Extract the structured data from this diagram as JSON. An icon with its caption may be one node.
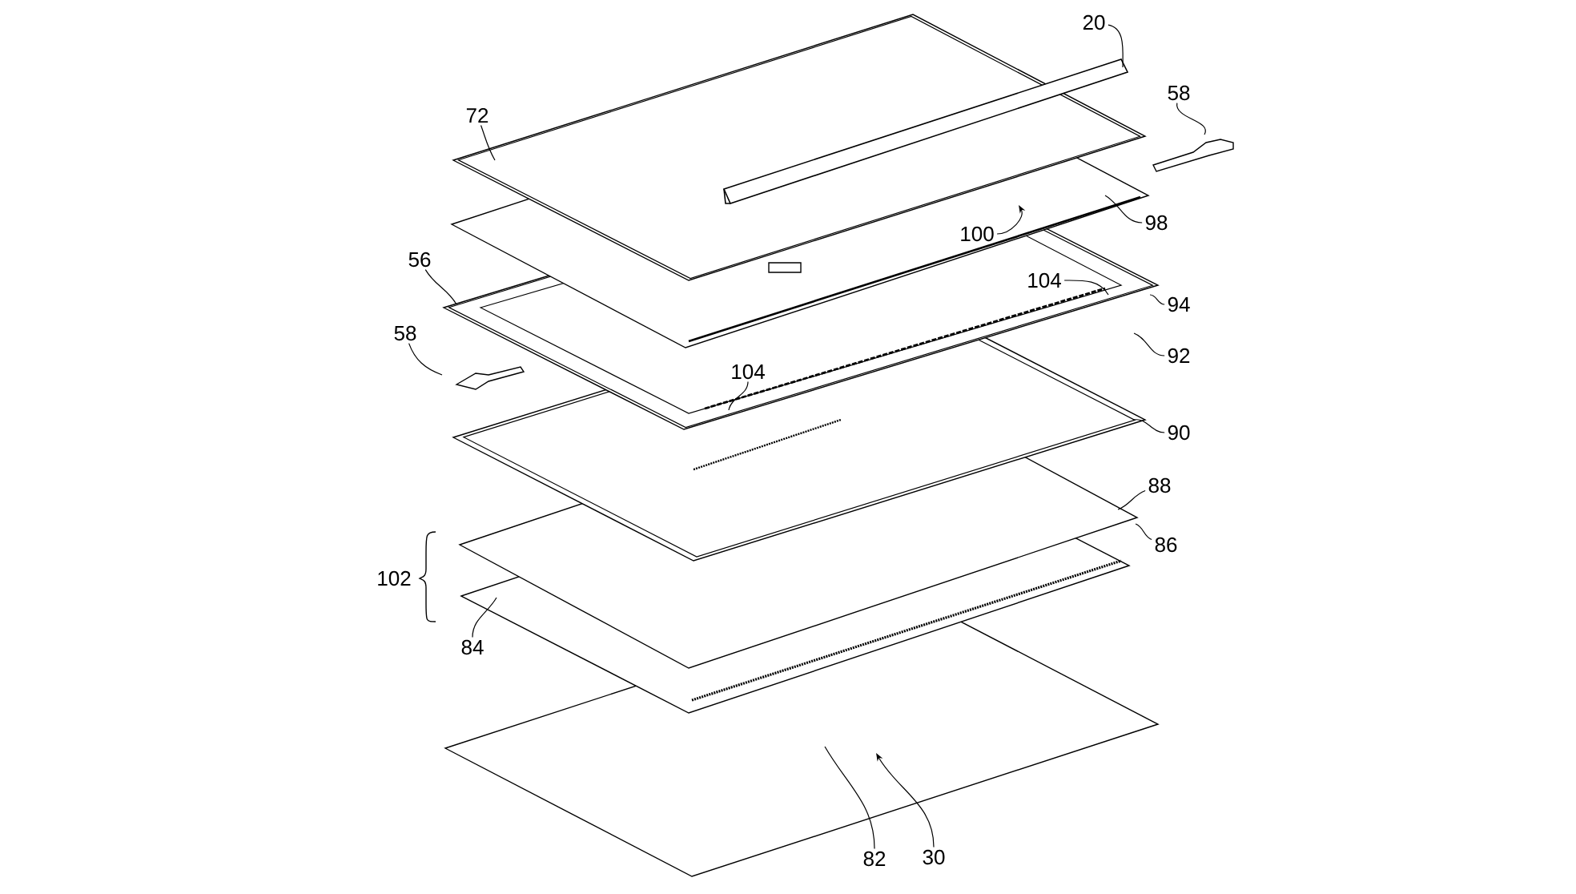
{
  "diagram": {
    "nodes": [
      {
        "text": [
          "72"
        ]
      },
      {
        "text": [
          "20"
        ]
      },
      {
        "text": [
          "58"
        ]
      },
      {
        "text": [
          "98"
        ]
      },
      {
        "text": [
          "100"
        ]
      },
      {
        "text": [
          "56"
        ]
      },
      {
        "text": [
          "104"
        ]
      },
      {
        "text": [
          "94"
        ]
      },
      {
        "text": [
          "58"
        ]
      },
      {
        "text": [
          "104"
        ]
      },
      {
        "text": [
          "92"
        ]
      },
      {
        "text": [
          "90"
        ]
      },
      {
        "text": [
          "88"
        ]
      },
      {
        "text": [
          "86"
        ]
      },
      {
        "text": [
          "84"
        ]
      },
      {
        "text": [
          "82"
        ]
      },
      {
        "text": [
          "30"
        ]
      }
    ],
    "edges": [
      {
        "from": 0,
        "to": null,
        "arrow": "none"
      },
      {
        "from": 1,
        "to": null,
        "arrow": "none"
      },
      {
        "from": 2,
        "to": null,
        "arrow": "none"
      },
      {
        "from": 3,
        "to": null,
        "arrow": "none"
      },
      {
        "from": 4,
        "to": null,
        "arrow": "to"
      },
      {
        "from": 5,
        "to": null,
        "arrow": "none"
      },
      {
        "from": 6,
        "to": null,
        "arrow": "none"
      },
      {
        "from": 7,
        "to": null,
        "arrow": "none"
      },
      {
        "from": 8,
        "to": null,
        "arrow": "none"
      },
      {
        "from": 9,
        "to": null,
        "arrow": "none"
      },
      {
        "from": 10,
        "to": null,
        "arrow": "none"
      },
      {
        "from": 11,
        "to": null,
        "arrow": "none"
      },
      {
        "from": 12,
        "to": null,
        "arrow": "none"
      },
      {
        "from": 13,
        "to": null,
        "arrow": "none"
      },
      {
        "from": 14,
        "to": null,
        "arrow": "none"
      },
      {
        "from": 15,
        "to": null,
        "arrow": "none"
      },
      {
        "from": 16,
        "to": null,
        "arrow": "to"
      }
    ],
    "labels": [
      "102"
    ]
  }
}
